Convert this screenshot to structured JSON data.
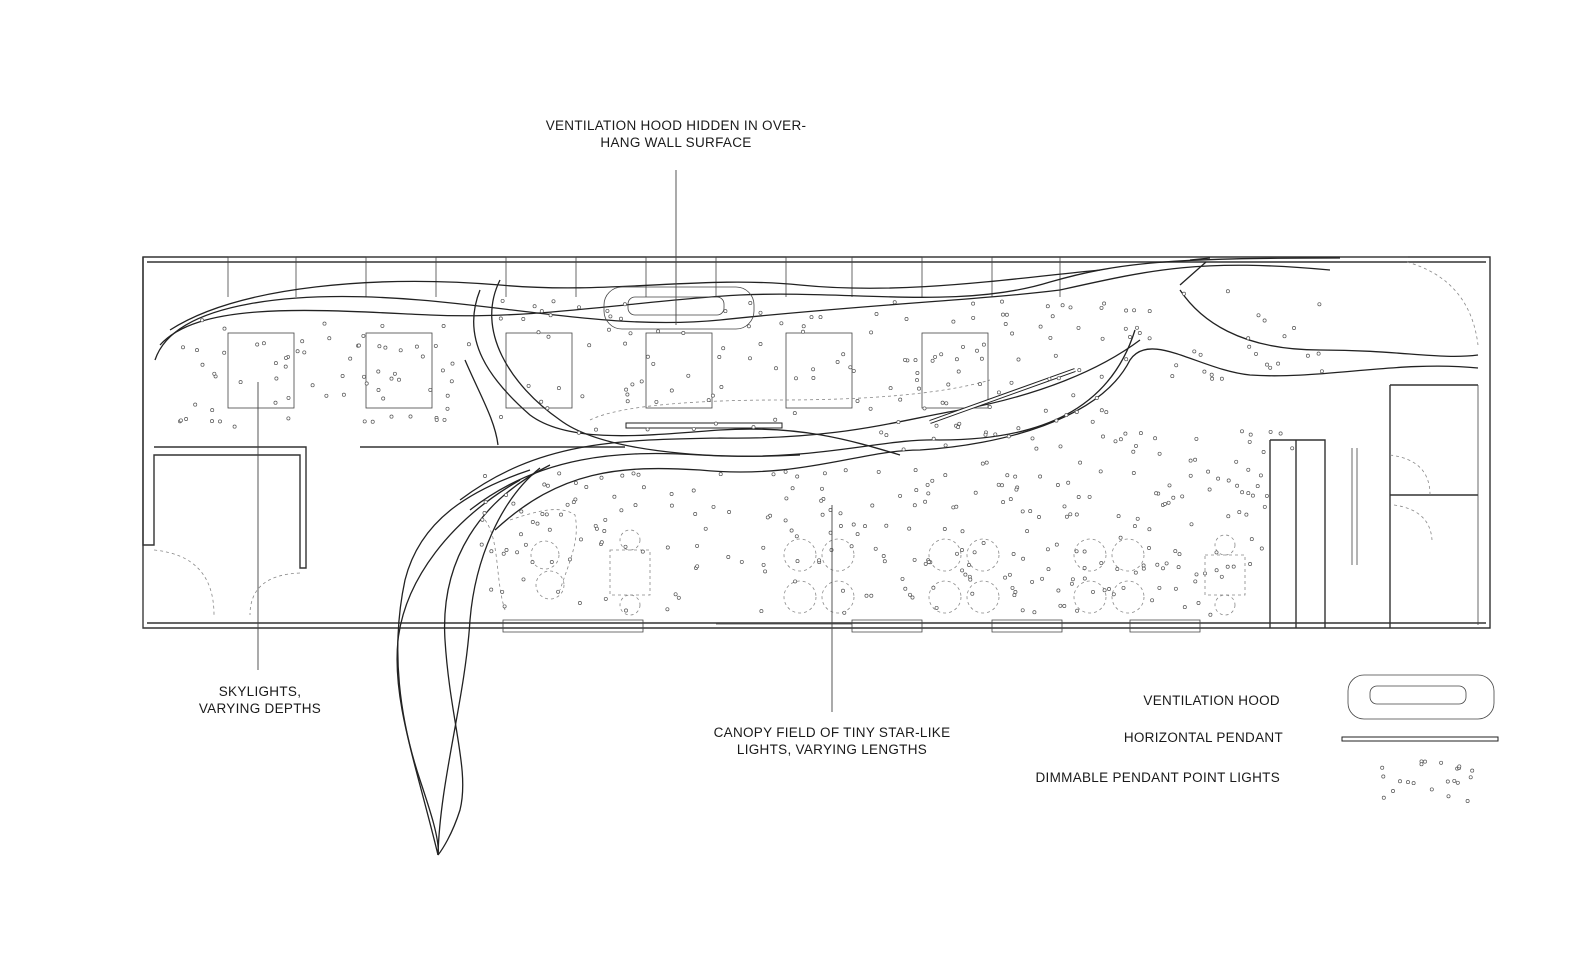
{
  "labels": {
    "ventilation_hood_hidden_line1": "VENTILATION HOOD HIDDEN IN OVER-",
    "ventilation_hood_hidden_line2": "HANG WALL SURFACE",
    "skylights_line1": "SKYLIGHTS,",
    "skylights_line2": "VARYING DEPTHS",
    "canopy_line1": "CANOPY FIELD OF TINY STAR-LIKE",
    "canopy_line2": "LIGHTS, VARYING LENGTHS"
  },
  "legend": {
    "ventilation_hood": "VENTILATION HOOD",
    "horizontal_pendant": "HORIZONTAL PENDANT",
    "point_lights": "DIMMABLE PENDANT POINT LIGHTS"
  },
  "colors": {
    "line": "#222222",
    "background": "#ffffff"
  }
}
